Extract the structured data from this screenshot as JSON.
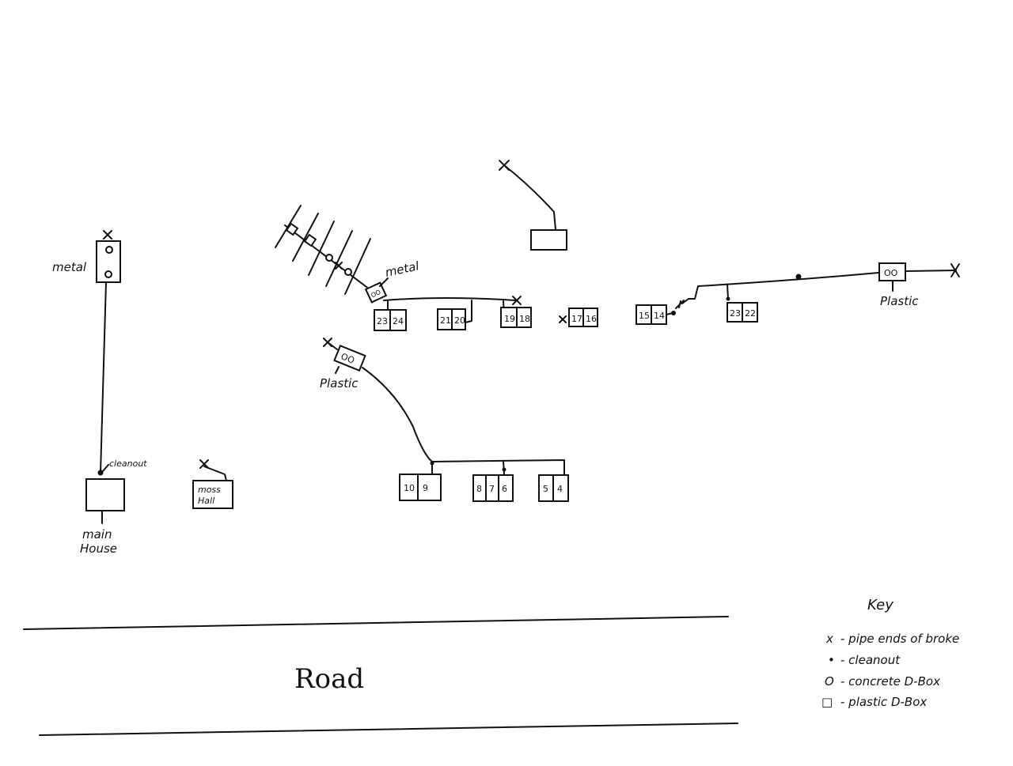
{
  "labels": {
    "metal_top_left": "metal",
    "cleanout_label": "cleanout",
    "main_house_line1": "main",
    "main_house_line2": "House",
    "moss_hall_line1": "moss",
    "moss_hall_line2": "Hall",
    "metal_center": "metal",
    "plastic_center": "Plastic",
    "plastic_right": "Plastic",
    "road": "Road"
  },
  "tanks": {
    "t23_24": [
      "23",
      "24"
    ],
    "t21_20": [
      "21",
      "20"
    ],
    "t19_18": [
      "19",
      "18"
    ],
    "t17_16": [
      "17",
      "16"
    ],
    "t15_14": [
      "15",
      "14"
    ],
    "t23_22": [
      "23",
      "22"
    ],
    "t10_9": [
      "10",
      "9"
    ],
    "t8_7_6": [
      "8",
      "7",
      "6"
    ],
    "t5_4": [
      "5",
      "4"
    ]
  },
  "dbox_marks": {
    "concrete": "O",
    "concrete_pair": "OO",
    "plastic_pair": "OO"
  },
  "key": {
    "title": "Key",
    "items": [
      {
        "symbol": "x",
        "text": "- pipe ends of broke"
      },
      {
        "symbol": "•",
        "text": "- cleanout"
      },
      {
        "symbol": "O",
        "text": "- concrete  D-Box"
      },
      {
        "symbol": "□",
        "text": "- plastic  D-Box"
      }
    ]
  }
}
